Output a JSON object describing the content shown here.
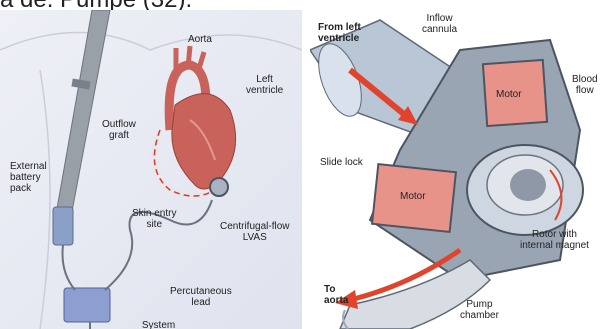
{
  "caption": "a de. Pumpe (32).",
  "left_panel": {
    "labels": {
      "aorta": "Aorta",
      "left_ventricle": "Left\nventricle",
      "outflow_graft": "Outflow\ngraft",
      "external_battery_pack": "External\nbattery\npack",
      "skin_entry_site": "Skin entry\nsite",
      "centrifugal_flow_lvas": "Centrifugal-flow\nLVAS",
      "percutaneous_lead": "Percutaneous\nlead",
      "system_controller": "System\ncontroller"
    }
  },
  "right_panel": {
    "labels": {
      "from_left_ventricle": "From left\nventricle",
      "inflow_cannula": "Inflow\ncannula",
      "motor_top": "Motor",
      "blood_flow": "Blood\nflow",
      "slide_lock": "Slide lock",
      "motor_bottom": "Motor",
      "rotor_with_internal_magnet": "Rotor with\ninternal magnet",
      "to_aorta": "To\naorta",
      "pump_chamber": "Pump\nchamber"
    }
  },
  "colors": {
    "motor": "#e8938a",
    "arrow": "#e0442c",
    "device_metal": "#8d97a6",
    "skin_bg": "#e4e7ef",
    "heart": "#c8625a"
  }
}
